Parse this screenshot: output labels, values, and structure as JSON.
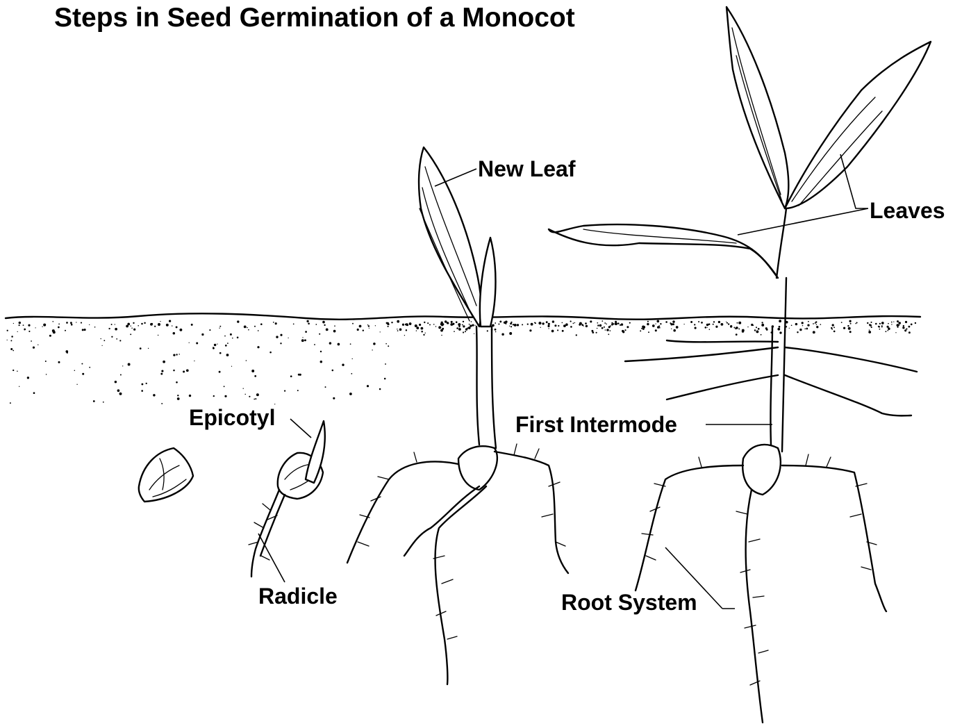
{
  "title": "Steps in Seed Germination of a Monocot",
  "labels": {
    "new_leaf": "New Leaf",
    "leaves": "Leaves",
    "epicotyl": "Epicotyl",
    "first_intermode": "First Intermode",
    "radicle": "Radicle",
    "root_system": "Root System"
  },
  "colors": {
    "ink": "#000000",
    "background": "#ffffff"
  }
}
